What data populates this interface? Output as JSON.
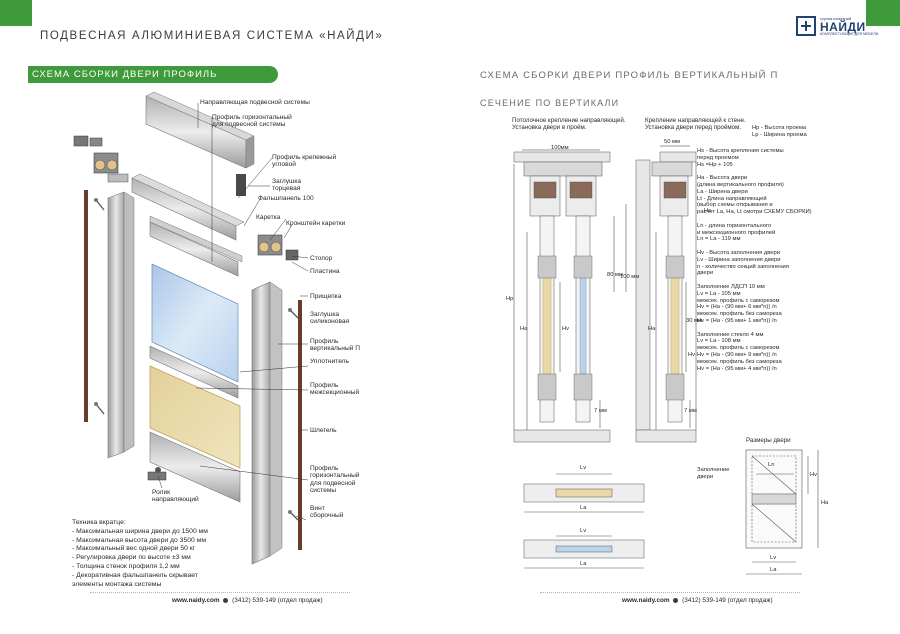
{
  "header": {
    "title": "ПОДВЕСНАЯ АЛЮМИНИЕВАЯ СИСТЕМА «НАЙДИ»",
    "logo": {
      "tag": "группа компаний",
      "name": "НАЙДИ",
      "sub": "КОМПЛЕКТУЮЩИЕ ДЛЯ МЕБЕЛИ"
    }
  },
  "colors": {
    "accent": "#3e9a3a",
    "brand": "#243f73",
    "glass": "#bcd3ec",
    "dsp": "#e8d9a6"
  },
  "left": {
    "section_title": "СХЕМА СБОРКИ ДВЕРИ ПРОФИЛЬ ВЕРТИКАЛЬНЫЙ П",
    "labels": [
      "Направляющая подвесной системы",
      "Профиль горизонтальный\nдля подвесной системы",
      "Профиль крепежный\nугловой",
      "Заглушка\nторцевая",
      "Фальшпанель 100",
      "Каретка",
      "Кронштейн каретки",
      "Стопор",
      "Пластина",
      "Прищепка",
      "Заглушка\nсиликоновая",
      "Профиль\nвертикальный П",
      "Уплотнитель",
      "Профиль\nмежсекционный",
      "Шлегель",
      "Профиль\nгоризонтальный\nдля подвесной\nсистемы",
      "Винт\nсборочный",
      "Ролик\nнаправляющий"
    ],
    "tech": {
      "title": "Техника вкратце:",
      "items": [
        "- Максимальная ширина двери до 1500 мм",
        "- Максимальная высота двери до 3500 мм",
        "- Максимальный вес одной двери 50 кг",
        "- Регулировка двери по высоте ±3 мм",
        "- Толщина стенок профиля 1,2 мм",
        "- Декоративная фальшпанель скрывает",
        "элементы монтажа системы"
      ]
    }
  },
  "right": {
    "title": "СХЕМА СБОРКИ ДВЕРИ ПРОФИЛЬ ВЕРТИКАЛЬНЫЙ П",
    "subtitle": "СЕЧЕНИЕ ПО ВЕРТИКАЛИ",
    "note_ceiling": "Потолочное крепление направляющей.\nУстановка двери в проём.",
    "note_wall": "Крепление направляющей к стене.\nУстановка двери перед проёмом.",
    "dims": {
      "d100": "100мм",
      "d50": "50 мм",
      "h80": "80 мм",
      "h100": "100 мм",
      "h30": "30 мм",
      "h7a": "7 мм",
      "h7b": "7 мм",
      "Hp": "Hp",
      "Ha": "Ha",
      "Hv": "Hv",
      "Ha2": "Ha",
      "Hv2": "Hv",
      "Hs": "Hs",
      "Lv": "Lv",
      "La": "La",
      "Lv2": "Lv",
      "La2": "La"
    },
    "legend_top": "Hp - Высота проема\nLp - Ширина проема",
    "legend_main": "Hs -  Высота крепления системы\nперед проемом\nHs    =Hp + 105\n\nHa - Высота двери\n(длина вертикального профиля)\nLa - Ширина двери\nLt - Длина направляющей\n(выбор схемы открывания и\nрасчет Lа, Ha, Lt смотри  СХЕМУ СБОРКИ)\n\nLn - длина горизонтального\nи межсекционного профилей\nLn = La - 119 мм\n\nHv - Высота заполнения двери\nLv - Ширина заполнения двери\nn -  количество секций заполнения\nдвери\n\nЗаполнение ЛДСП 10 мм\nLv = La - 105 мм\nмежсек. профиль с саморезом\nHv = (Ha - (90 мм+ 6 мм*n)) /n\nмежсек. профиль без самореза\nHv = (Ha - (95 мм+ 1 мм*n)) /n\n\nЗаполнение стекло 4 мм\nLv = La - 108 мм\nмежсек. профиль с саморезом\nHv = (Ha - (90 мм+ 9 мм*n)) /n\nмежсек. профиль без самореза\nHv = (Ha - (95 мм+ 4 мм*n)) /n",
    "door_sizes": {
      "title": "Размеры двери",
      "fill_label": "Заполнение\nдвери",
      "Ln": "Ln",
      "Hv": "Hv",
      "Ha": "Ha",
      "Lv": "Lv",
      "La": "La"
    }
  },
  "footer": {
    "site": "www.naidy.com",
    "phone": "(3412) 539-149 (отдел продаж)"
  }
}
